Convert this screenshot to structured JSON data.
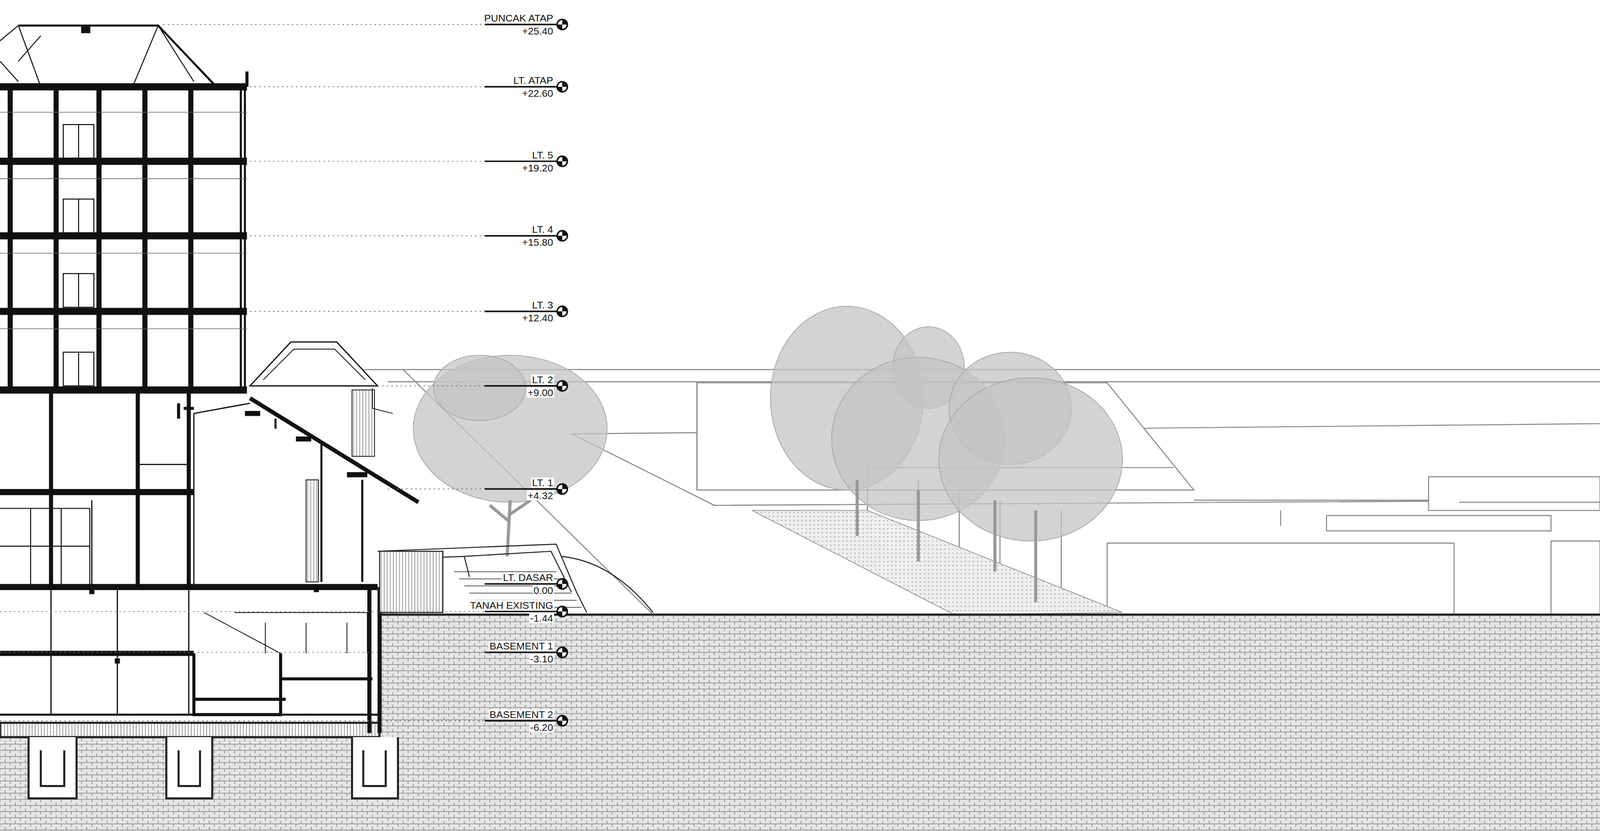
{
  "diagram": {
    "labels": [
      "PUNCAK ATAP",
      "+25.40",
      "LT. ATAP",
      "+22.60",
      "LT. 5",
      "+19.20",
      "LT. 4",
      "+15.80",
      "LT. 3",
      "+12.40",
      "LT. 2",
      "+9.00",
      "LT. 1",
      "+4.32",
      "LT. DASAR",
      "0.00",
      "TANAH EXISTING",
      "-1.44",
      "BASEMENT 1",
      "-3.10",
      "BASEMENT 2",
      "-6.20"
    ]
  }
}
